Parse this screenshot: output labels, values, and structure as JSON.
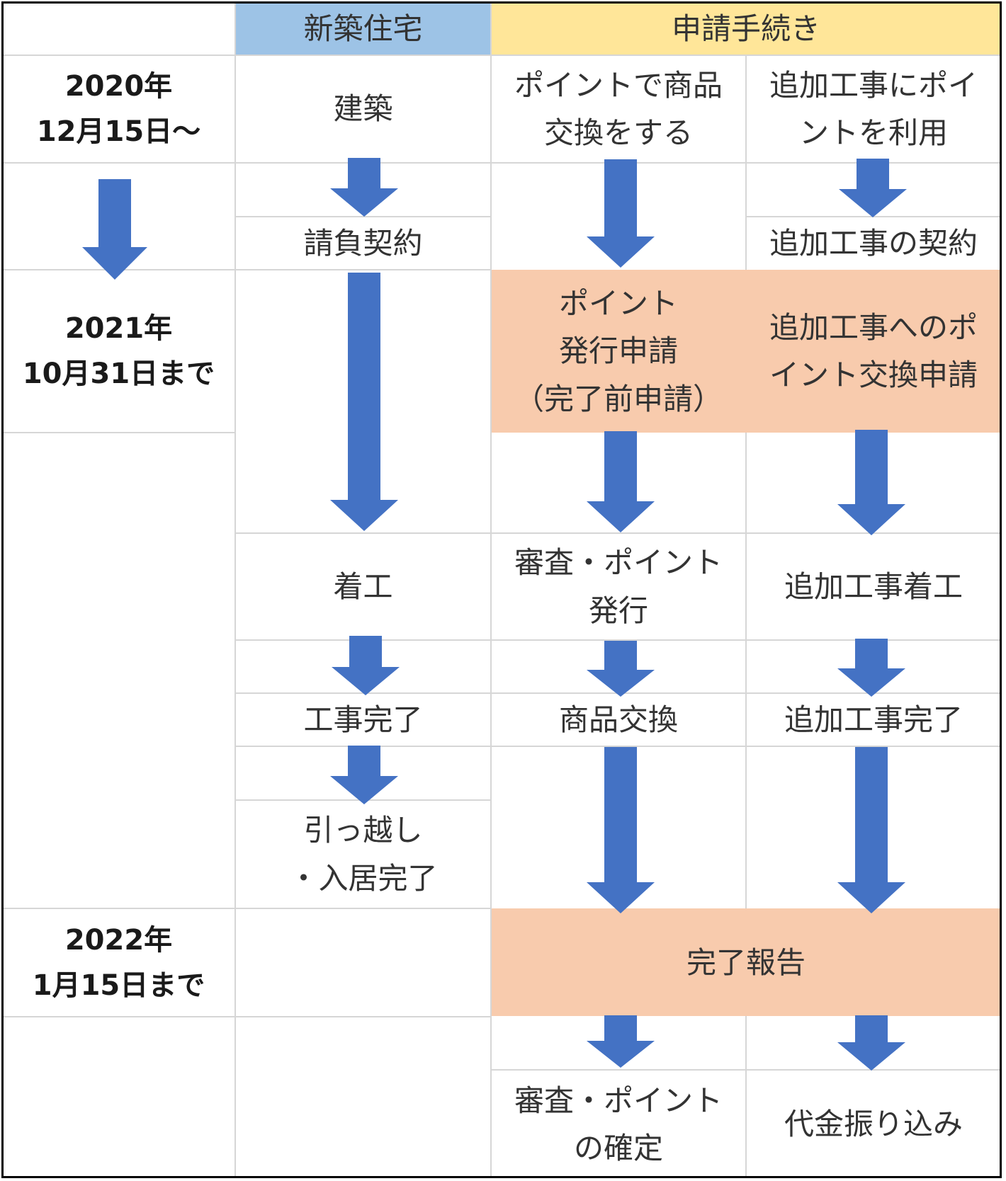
{
  "colors": {
    "header_left_bg": "#9dc3e6",
    "header_right_bg": "#ffe699",
    "highlight_bg": "#f8cbad",
    "arrow": "#4472c4",
    "grid": "#d6d6d6",
    "frame": "#000000"
  },
  "header": {
    "new_housing": "新築住宅",
    "procedures": "申請手続き"
  },
  "periods": {
    "start": "2020年\n12月15日〜",
    "mid": "2021年\n10月31日まで",
    "end": "2022年\n1月15日まで"
  },
  "new_housing": {
    "build": "建築",
    "contract": "請負契約",
    "start_work": "着工",
    "complete": "工事完了",
    "move_in": "引っ越し\n・入居完了"
  },
  "product_exchange": {
    "title": "ポイントで商品\n交換をする",
    "apply": "ポイント\n発行申請\n（完了前申請）",
    "review": "審査・ポイント\n発行",
    "exchange": "商品交換",
    "confirm": "審査・ポイント\nの確定"
  },
  "additional_work": {
    "title": "追加工事にポイ\nントを利用",
    "contract": "追加工事の契約",
    "apply": "追加工事へのポ\nイント交換申請",
    "start_work": "追加工事着工",
    "complete": "追加工事完了",
    "payment": "代金振り込み"
  },
  "completion_report": "完了報告"
}
